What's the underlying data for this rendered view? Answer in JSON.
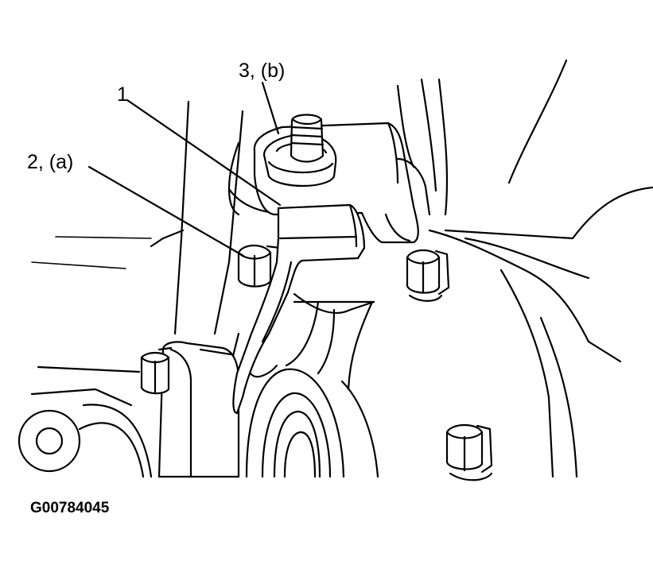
{
  "labels": {
    "part_1": "1",
    "part_2": "2, (a)",
    "part_3": "3, (b)"
  },
  "figure_id": "G00784045",
  "colors": {
    "ink": "#000000",
    "paper": "#ffffff"
  }
}
